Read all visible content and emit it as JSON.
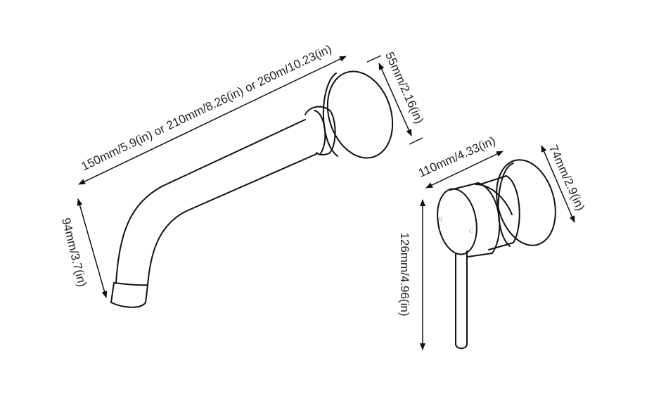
{
  "dimensions": {
    "spout_length": "150mm/5.9(in) or 210mm/8.26(in) or 260m/10.23(in)",
    "spout_flange_diameter": "55mm/2.16(in)",
    "spout_drop": "94mm/3.7(in)",
    "mixer_depth": "110mm/4.33(in)",
    "mixer_flange_diameter": "74mm/2.9(in)",
    "mixer_height": "126mm/4.96(in)"
  },
  "handle_markings": {
    "hot": "H",
    "cold": "C"
  }
}
